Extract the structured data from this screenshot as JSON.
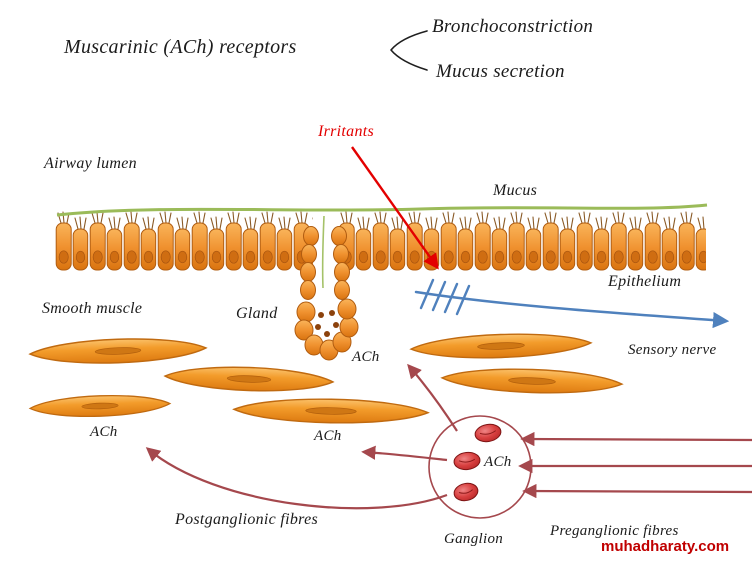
{
  "header": {
    "title": "Muscarinic (ACh) receptors",
    "effects": [
      "Bronchoconstriction",
      "Mucus secretion"
    ]
  },
  "labels": {
    "irritants": "Irritants",
    "airway_lumen": "Airway lumen",
    "mucus": "Mucus",
    "epithelium": "Epithelium",
    "smooth_muscle": "Smooth muscle",
    "gland": "Gland",
    "sensory_nerve": "Sensory nerve",
    "ach_gland": "ACh",
    "ach_left": "ACh",
    "ach_middle": "ACh",
    "ach_ganglion": "ACh",
    "postganglionic_fibres": "Postganglionic fibres",
    "ganglion": "Ganglion",
    "preganglionic_fibres": "Preganglionic fibres"
  },
  "watermark": "muhadharaty.com",
  "colors": {
    "epithelium_orange": "#f09230",
    "mucus_green": "#9bbb59",
    "sensory_nerve_blue": "#4f81bd",
    "irritant_red": "#e30000",
    "fibre_maroon": "#a5484d",
    "neuron_red": "#c22727",
    "watermark_red": "#c00000"
  }
}
